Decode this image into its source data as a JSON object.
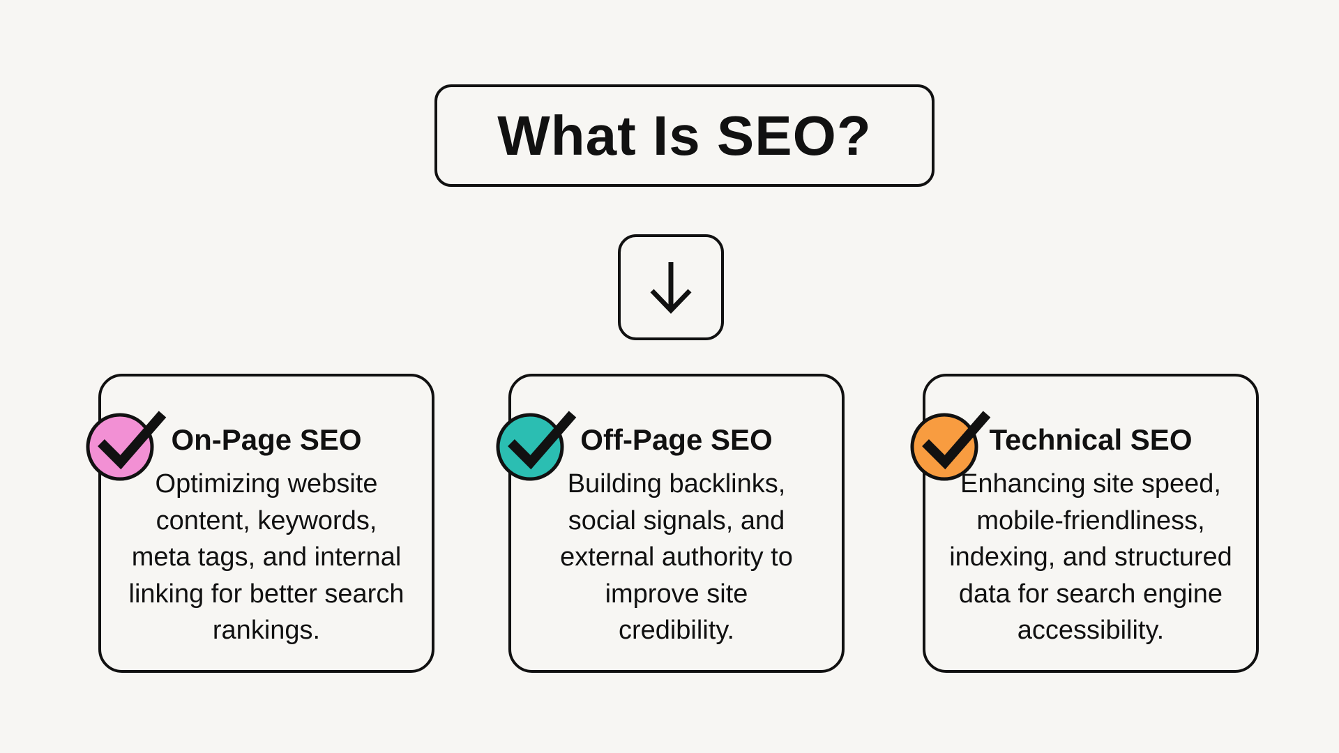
{
  "page": {
    "background_color": "#F7F6F3",
    "outline_color": "#111111"
  },
  "title": {
    "text": "What Is SEO?"
  },
  "arrow": {
    "icon": "down-arrow-icon"
  },
  "cards": [
    {
      "heading": "On-Page SEO",
      "badge_icon": "check-icon",
      "badge_color": "#F290D4",
      "body": [
        "Optimizing website",
        "content, keywords,",
        "meta tags, and internal",
        "linking for better search",
        "rankings."
      ]
    },
    {
      "heading": "Off-Page SEO",
      "badge_icon": "check-icon",
      "badge_color": "#2BBEB2",
      "body": [
        "Building backlinks,",
        "social signals, and",
        "external authority to",
        "improve site",
        "credibility."
      ]
    },
    {
      "heading": "Technical SEO",
      "badge_icon": "check-icon",
      "badge_color": "#F89C40",
      "body": [
        "Enhancing site speed,",
        "mobile-friendliness,",
        "indexing, and structured",
        "data for search engine",
        "accessibility."
      ]
    }
  ]
}
